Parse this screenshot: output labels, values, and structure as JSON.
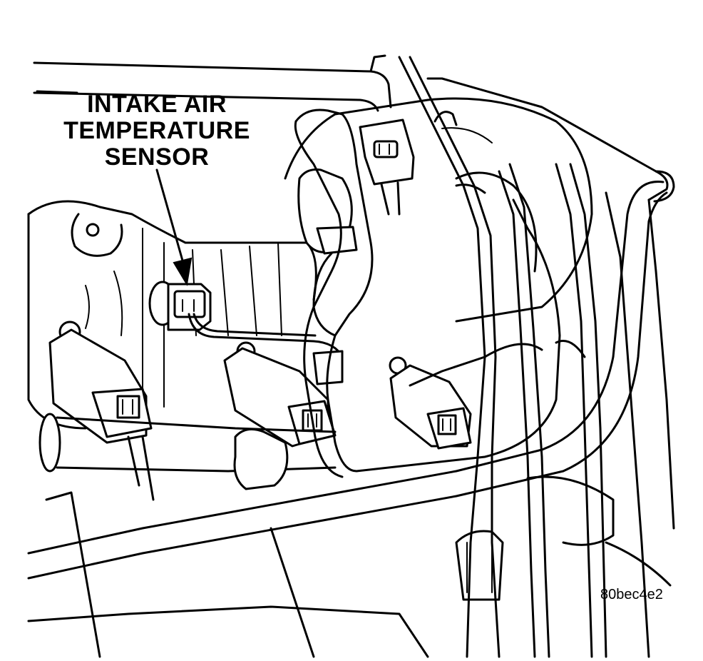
{
  "callout": {
    "line1": "INTAKE AIR",
    "line2": "TEMPERATURE",
    "line3": "SENSOR"
  },
  "reference_code": "80bec4e2",
  "colors": {
    "ink": "#000000",
    "paper": "#ffffff"
  }
}
